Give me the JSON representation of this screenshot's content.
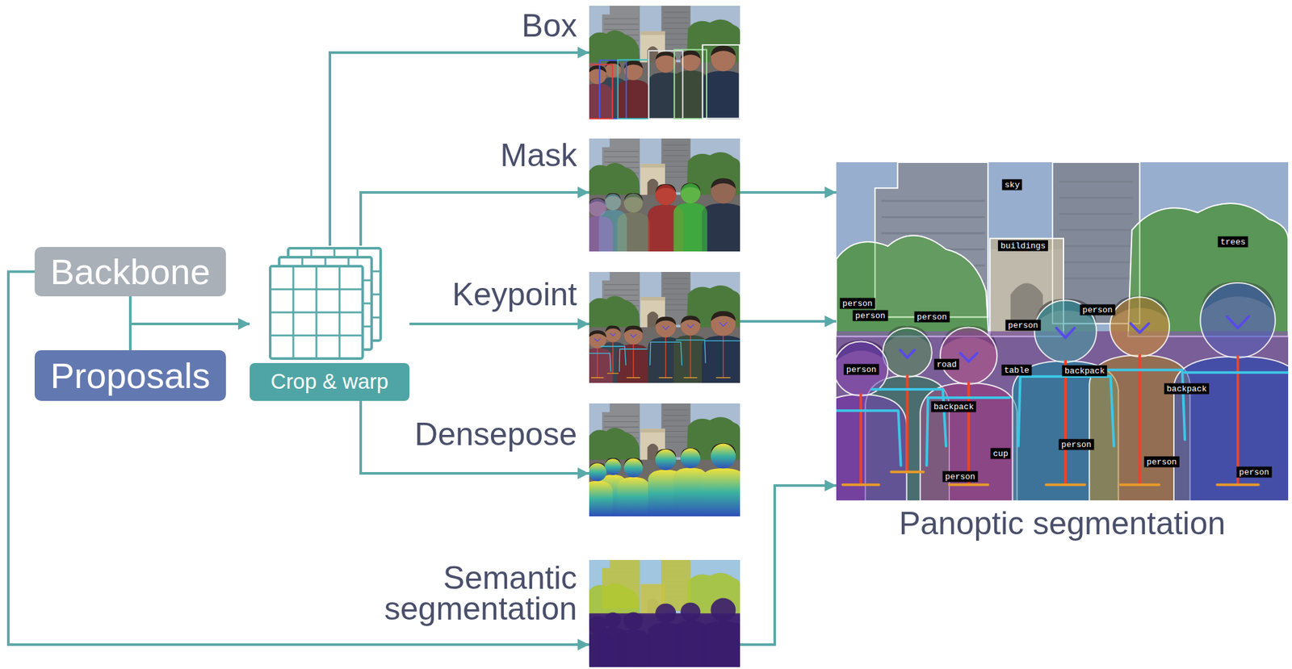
{
  "diagram": {
    "nodes": [
      {
        "text": [
          "Backbone"
        ]
      },
      {
        "text": [
          "Proposals"
        ]
      },
      {
        "text": [
          "Crop & warp"
        ]
      },
      {
        "text": [
          "Box"
        ]
      },
      {
        "text": [
          "Mask"
        ]
      },
      {
        "text": [
          "Keypoint"
        ]
      },
      {
        "text": [
          "Densepose"
        ]
      },
      {
        "text": [
          "Semantic segmentation"
        ]
      },
      {
        "text": [
          "Panoptic segmentation"
        ]
      }
    ],
    "edges": [
      {
        "from": 0,
        "to": 2,
        "arrow": "to"
      },
      {
        "from": 1,
        "to": 2,
        "arrow": "to"
      },
      {
        "from": 0,
        "to": 7,
        "arrow": "to"
      },
      {
        "from": 2,
        "to": 3,
        "arrow": "to"
      },
      {
        "from": 2,
        "to": 4,
        "arrow": "to"
      },
      {
        "from": 2,
        "to": 5,
        "arrow": "to"
      },
      {
        "from": 2,
        "to": 6,
        "arrow": "to"
      },
      {
        "from": 4,
        "to": 8,
        "arrow": "to"
      },
      {
        "from": 5,
        "to": 8,
        "arrow": "to"
      },
      {
        "from": 7,
        "to": 8,
        "arrow": "to"
      }
    ],
    "labels": [
      "sky",
      "trees",
      "buildings",
      "person",
      "person",
      "person",
      "person",
      "person",
      "road",
      "person",
      "table",
      "backpack",
      "backpack",
      "backpack",
      "person",
      "cup",
      "person",
      "person",
      "person"
    ]
  }
}
